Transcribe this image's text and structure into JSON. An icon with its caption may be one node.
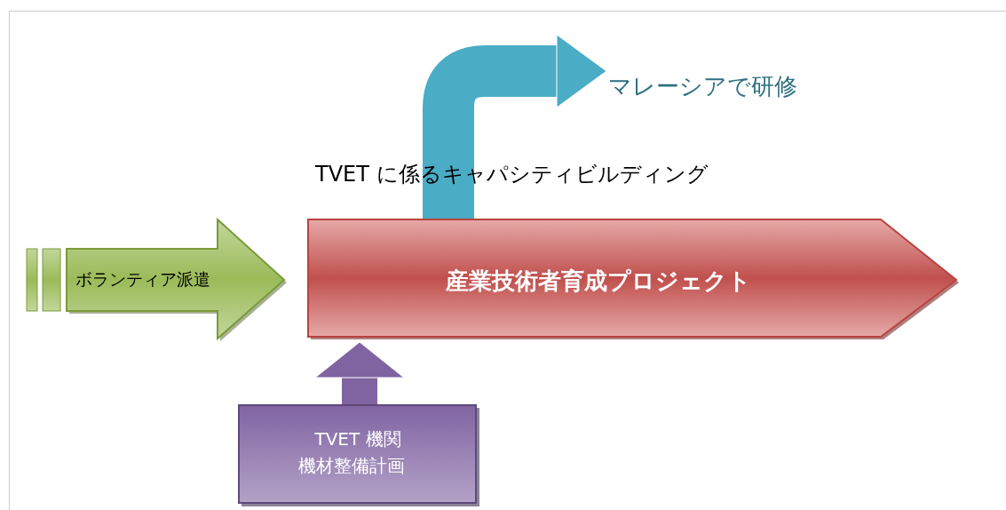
{
  "diagram": {
    "nodes": [
      {
        "text": [
          "ボランティア派遣"
        ]
      },
      {
        "text": [
          "産業技術者育成プロジェクト"
        ]
      },
      {
        "text": [
          "TVET 機関機材整備計画"
        ]
      },
      {
        "text": [
          "マレーシアで研修"
        ]
      }
    ],
    "edges": [
      {
        "from": 1,
        "to": 3,
        "arrow": "to",
        "color": "#4bacc6"
      },
      {
        "from": 2,
        "to": 1,
        "arrow": "to",
        "color": "#8064a2"
      }
    ],
    "labels": [
      "TVET に係るキャパシティビルディング"
    ]
  }
}
